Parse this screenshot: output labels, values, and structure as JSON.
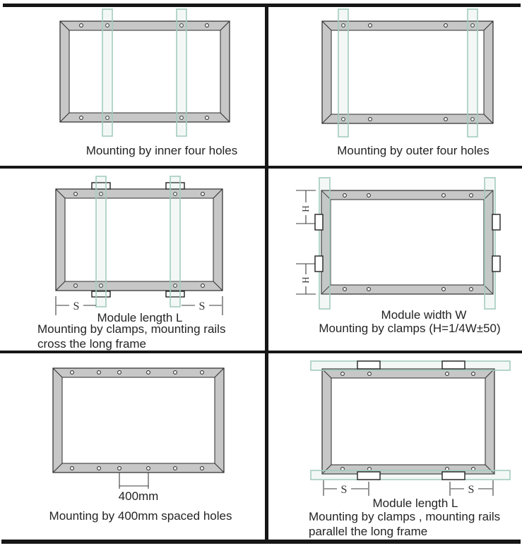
{
  "colors": {
    "frame_fill": "#c7c7c7",
    "rail_green": "#a4ccc0",
    "line_black": "#161616",
    "text": "#242424"
  },
  "panels": {
    "top_left": {
      "caption": "Mounting by inner four holes"
    },
    "top_right": {
      "caption": "Mounting by outer four holes"
    },
    "middle_left": {
      "s_left": "S",
      "s_right": "S",
      "length_label": "Module length L",
      "caption_line1": "Mounting by clamps, mounting rails",
      "caption_line2": "cross the long frame"
    },
    "middle_right": {
      "h_top": "H",
      "h_bottom": "H",
      "width_label": "Module width W",
      "caption": "Mounting by clamps (H=1/4W±50)"
    },
    "bottom_left": {
      "dim_label": "400mm",
      "caption": "Mounting by 400mm spaced holes"
    },
    "bottom_right": {
      "s_left": "S",
      "s_right": "S",
      "length_label": "Module length L",
      "caption_line1": "Mounting by clamps , mounting rails",
      "caption_line2": "parallel the long frame"
    }
  }
}
